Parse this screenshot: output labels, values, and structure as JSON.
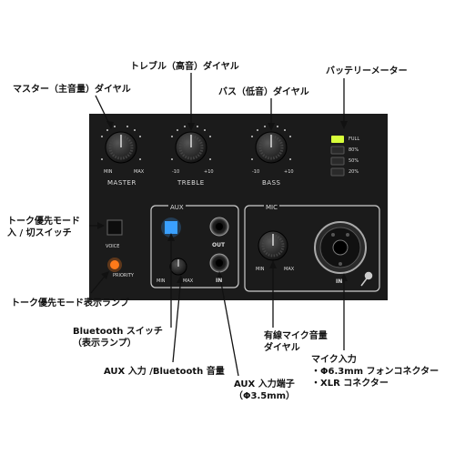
{
  "callouts": {
    "master": "マスター（主音量）ダイヤル",
    "treble": "トレブル（高音）ダイヤル",
    "bass": "バス（低音）ダイヤル",
    "battery": "バッテリーメーター",
    "talk_switch": "トーク優先モード\n入 / 切スイッチ",
    "talk_lamp": "トーク優先モード表示ランプ",
    "bluetooth": "Bluetooth スイッチ\n（表示ランプ）",
    "aux_volume": "AUX 入力 /Bluetooth 音量",
    "aux_jack": "AUX 入力端子\n（Φ3.5mm）",
    "mic_volume": "有線マイク音量\nダイヤル",
    "mic_input": "マイク入力\n・Φ6.3mm フォンコネクター\n・XLR コネクター"
  },
  "panel": {
    "master": {
      "label": "MASTER",
      "min": "MIN",
      "max": "MAX"
    },
    "treble": {
      "label": "TREBLE",
      "min": "-10",
      "max": "+10"
    },
    "bass": {
      "label": "BASS",
      "min": "-10",
      "max": "+10"
    },
    "battery": [
      "FULL",
      "80%",
      "50%",
      "20%"
    ],
    "voice": "VOICE",
    "priority": "PRIORITY",
    "aux": {
      "label": "AUX",
      "out": "OUT",
      "in": "IN",
      "min": "MIN",
      "max": "MAX"
    },
    "mic": {
      "label": "MIC",
      "min": "MIN",
      "max": "MAX",
      "in": "IN"
    }
  },
  "colors": {
    "panel": "#1b1b1b",
    "bluetooth_led": "#3aa0ff",
    "priority_led": "#ff7a1a",
    "battery_led": "#d8ff3a"
  }
}
